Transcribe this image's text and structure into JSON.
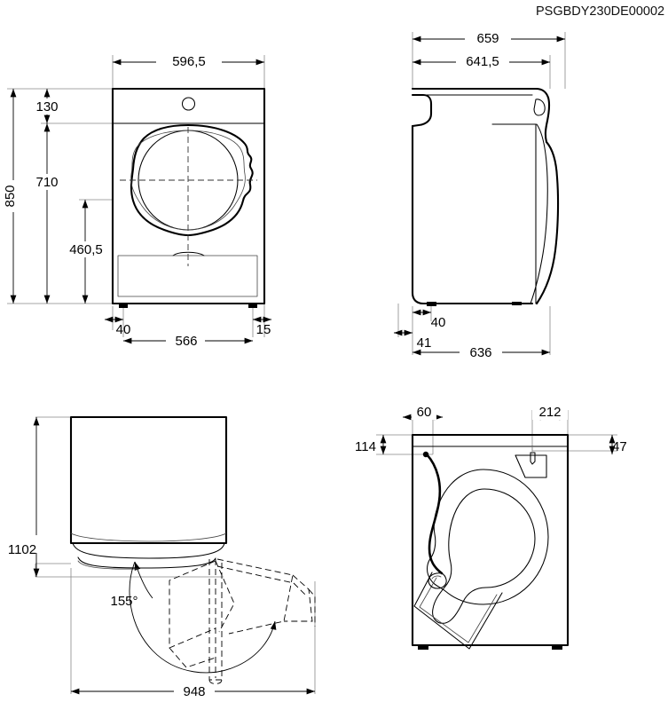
{
  "document": {
    "code": "PSGBDY230DE00002",
    "type": "technical-dimension-drawing",
    "subject": "tumble dryer / washing machine appliance",
    "units": "mm",
    "views": [
      {
        "name": "front-view",
        "position": "top-left"
      },
      {
        "name": "side-view",
        "position": "top-right"
      },
      {
        "name": "top-view-door-swing",
        "position": "bottom-left"
      },
      {
        "name": "rear-view",
        "position": "bottom-right"
      }
    ]
  },
  "front_view": {
    "name": "front-view",
    "dimensions": {
      "width_total": "596,5",
      "height_total": "850",
      "panel_height": "130",
      "body_height": "710",
      "door_center_height": "460,5",
      "foot_left_offset": "40",
      "foot_right_offset": "15",
      "foot_span": "566"
    }
  },
  "side_view": {
    "name": "side-view",
    "dimensions": {
      "depth_with_door": "659",
      "depth_body": "641,5",
      "foot_offset": "40",
      "rear_offset": "41",
      "depth_base": "636"
    }
  },
  "top_view": {
    "name": "top-view-door-swing",
    "dimensions": {
      "depth_with_door_open": "1102",
      "door_opening_angle": "155°",
      "width_with_door_open": "948"
    }
  },
  "rear_view": {
    "name": "rear-view",
    "dimensions": {
      "cable_offset_left": "60",
      "outlet_offset": "212",
      "cable_height_from_top": "114",
      "panel_depth": "47"
    }
  },
  "colors": {
    "line": "#000000",
    "dimension_line": "#000000",
    "extension_line": "#888888",
    "background": "#ffffff"
  }
}
